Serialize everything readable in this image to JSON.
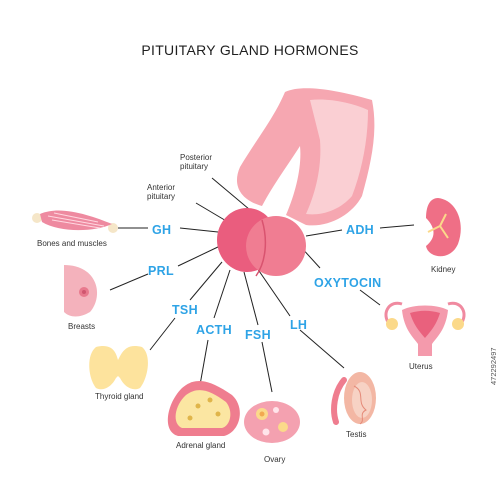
{
  "title": "PITUITARY GLAND HORMONES",
  "colors": {
    "hormone_text": "#2ea3e6",
    "gland_pink": "#ee6b86",
    "stalk_pink": "#f6a7b1",
    "line": "#222222"
  },
  "gland_labels": {
    "posterior_line1": "Posterior",
    "posterior_line2": "pituitary",
    "anterior_line1": "Anterior",
    "anterior_line2": "pituitary"
  },
  "hormones": {
    "gh": "GH",
    "prl": "PRL",
    "tsh": "TSH",
    "acth": "ACTH",
    "fsh": "FSH",
    "lh": "LH",
    "adh": "ADH",
    "oxytocin": "OXYTOCIN"
  },
  "targets": {
    "bones_muscles": "Bones and muscles",
    "breasts": "Breasts",
    "thyroid": "Thyroid gland",
    "adrenal": "Adrenal gland",
    "ovary": "Ovary",
    "testis": "Testis",
    "uterus": "Uterus",
    "kidney": "Kidney"
  },
  "stock_id": "472292497"
}
